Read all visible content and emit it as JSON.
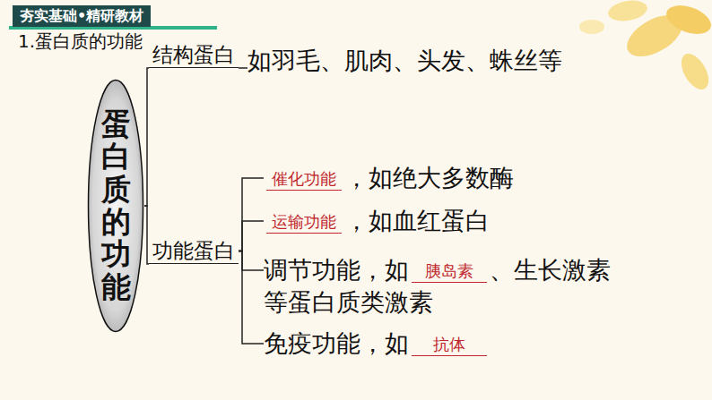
{
  "diagram": {
    "nodes": [
      {
        "text": [
          "蛋白质的功能"
        ]
      },
      {
        "text": [
          "结构蛋白"
        ]
      },
      {
        "text": [
          "如羽毛、肌肉、头发、蛛丝等"
        ]
      },
      {
        "text": [
          "功能蛋白"
        ]
      },
      {
        "text": [
          "催化功能",
          "，如绝大多数酶"
        ]
      },
      {
        "text": [
          "运输功能",
          "，如血红蛋白"
        ]
      },
      {
        "text": [
          "调节功能，如",
          "胰岛素",
          "、生长激素等蛋白质类激素"
        ]
      },
      {
        "text": [
          "免疫功能，如",
          "抗体"
        ]
      }
    ],
    "edges": [
      {
        "from": 0,
        "to": 1,
        "arrow": "none"
      },
      {
        "from": 0,
        "to": 3,
        "arrow": "none"
      },
      {
        "from": 1,
        "to": 2,
        "arrow": "none"
      },
      {
        "from": 3,
        "to": 4,
        "arrow": "none"
      },
      {
        "from": 3,
        "to": 5,
        "arrow": "none"
      },
      {
        "from": 3,
        "to": 6,
        "arrow": "none"
      },
      {
        "from": 3,
        "to": 7,
        "arrow": "none"
      }
    ],
    "labels": [
      "夯实基础•精研教材",
      "1.蛋白质的功能"
    ]
  }
}
